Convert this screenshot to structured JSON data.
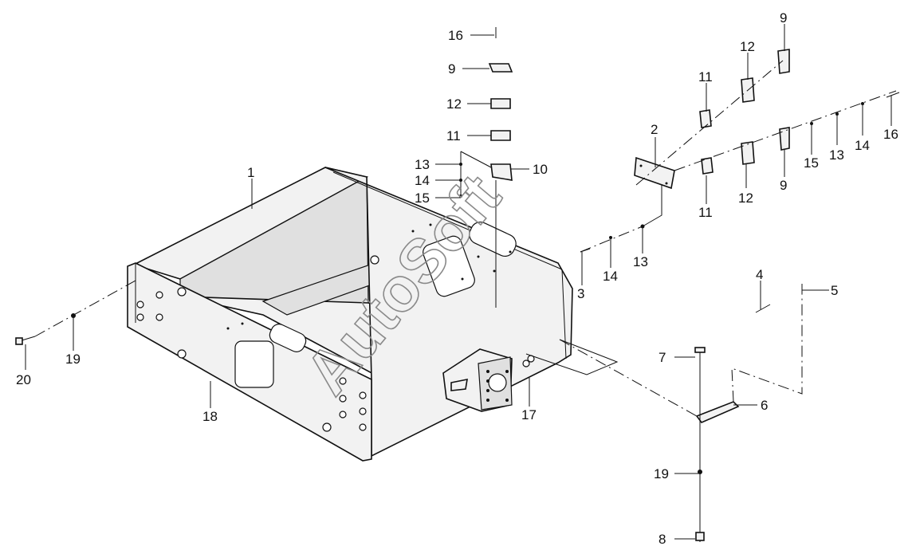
{
  "watermark": "AutoSoft",
  "callouts": [
    {
      "id": "c1",
      "label": "1"
    },
    {
      "id": "c2",
      "label": "2"
    },
    {
      "id": "c3",
      "label": "3"
    },
    {
      "id": "c4",
      "label": "4"
    },
    {
      "id": "c5",
      "label": "5"
    },
    {
      "id": "c6",
      "label": "6"
    },
    {
      "id": "c7",
      "label": "7"
    },
    {
      "id": "c8",
      "label": "8"
    },
    {
      "id": "c9a",
      "label": "9"
    },
    {
      "id": "c9b",
      "label": "9"
    },
    {
      "id": "c9c",
      "label": "9"
    },
    {
      "id": "c10",
      "label": "10"
    },
    {
      "id": "c11a",
      "label": "11"
    },
    {
      "id": "c11b",
      "label": "11"
    },
    {
      "id": "c11c",
      "label": "11"
    },
    {
      "id": "c12a",
      "label": "12"
    },
    {
      "id": "c12b",
      "label": "12"
    },
    {
      "id": "c12c",
      "label": "12"
    },
    {
      "id": "c13a",
      "label": "13"
    },
    {
      "id": "c13b",
      "label": "13"
    },
    {
      "id": "c13c",
      "label": "13"
    },
    {
      "id": "c14a",
      "label": "14"
    },
    {
      "id": "c14b",
      "label": "14"
    },
    {
      "id": "c14c",
      "label": "14"
    },
    {
      "id": "c15a",
      "label": "15"
    },
    {
      "id": "c15b",
      "label": "15"
    },
    {
      "id": "c16a",
      "label": "16"
    },
    {
      "id": "c16b",
      "label": "16"
    },
    {
      "id": "c17",
      "label": "17"
    },
    {
      "id": "c18",
      "label": "18"
    },
    {
      "id": "c19a",
      "label": "19"
    },
    {
      "id": "c19b",
      "label": "19"
    },
    {
      "id": "c20",
      "label": "20"
    }
  ]
}
